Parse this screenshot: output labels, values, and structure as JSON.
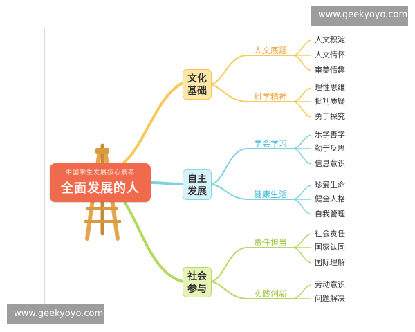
{
  "watermark": "www.geekyoyo.com",
  "root": {
    "subtitle": "中国学生发展核心素养",
    "title": "全面发展的人"
  },
  "branches": [
    {
      "line1": "文化",
      "line2": "基础",
      "sub": [
        {
          "label": "人文底蕴",
          "color": "#f0a640",
          "leaves": [
            "人文积淀",
            "人文情怀",
            "审美情趣"
          ]
        },
        {
          "label": "科学精神",
          "color": "#f0a640",
          "leaves": [
            "理性思维",
            "批判质疑",
            "勇于探究"
          ]
        }
      ]
    },
    {
      "line1": "自主",
      "line2": "发展",
      "sub": [
        {
          "label": "学会学习",
          "color": "#45bdd6",
          "leaves": [
            "乐学善学",
            "勤于反思",
            "信息意识"
          ]
        },
        {
          "label": "健康生活",
          "color": "#45bdd6",
          "leaves": [
            "珍爱生命",
            "健全人格",
            "自我管理"
          ]
        }
      ]
    },
    {
      "line1": "社会",
      "line2": "参与",
      "sub": [
        {
          "label": "责任担当",
          "color": "#9cc33d",
          "leaves": [
            "社会责任",
            "国家认同",
            "国际理解"
          ]
        },
        {
          "label": "实践创新",
          "color": "#9cc33d",
          "leaves": [
            "劳动意识",
            "问题解决"
          ]
        }
      ]
    }
  ],
  "colors": {
    "root": "#f06b4e",
    "easel": "#e3a64d",
    "culture": "#f6c95a",
    "self": "#7dd2e2",
    "social": "#b5d85f"
  }
}
